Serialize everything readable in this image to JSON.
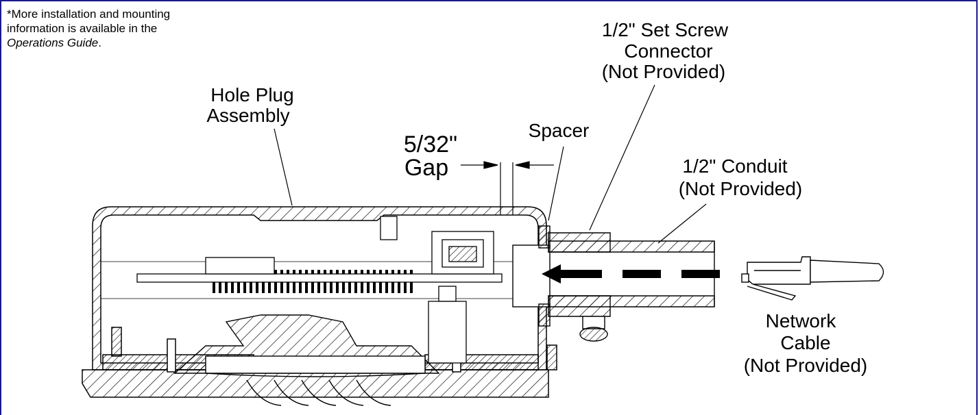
{
  "note": {
    "line1": "*More installation and mounting",
    "line2": "information is available in the",
    "guide": "Operations Guide",
    "period": "."
  },
  "labels": {
    "hole_plug": [
      "Hole Plug",
      "Assembly"
    ],
    "gap": [
      "5/32\"",
      "Gap"
    ],
    "spacer": "Spacer",
    "set_screw": [
      "1/2\" Set Screw",
      "Connector",
      "(Not Provided)"
    ],
    "conduit": [
      "1/2\" Conduit",
      "(Not Provided)"
    ],
    "network_cable": [
      "Network",
      "Cable",
      "(Not Provided)"
    ]
  },
  "colors": {
    "frame": "#1a1a8c",
    "ink": "#000000"
  }
}
